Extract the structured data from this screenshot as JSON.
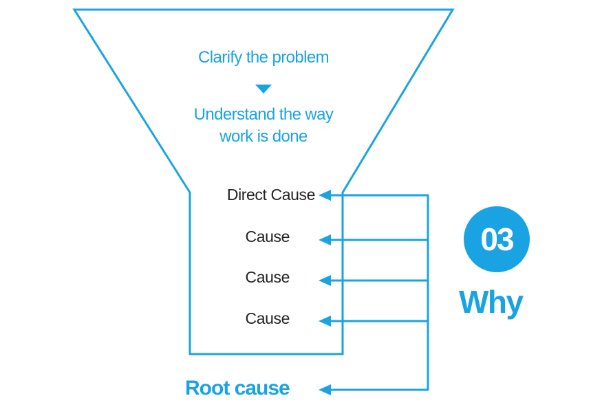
{
  "funnel": {
    "step_1": "Clarify the problem",
    "step_2_line_1": "Understand the way",
    "step_2_line_2": "work is done"
  },
  "causes": [
    "Direct Cause",
    "Cause",
    "Cause",
    "Cause"
  ],
  "root_cause": "Root cause",
  "badge_number": "03",
  "badge_label": "Why",
  "colors": {
    "accent": "#1aa3e3",
    "text": "#222222"
  },
  "icons": [
    "down-triangle-icon",
    "left-arrow-icon"
  ]
}
